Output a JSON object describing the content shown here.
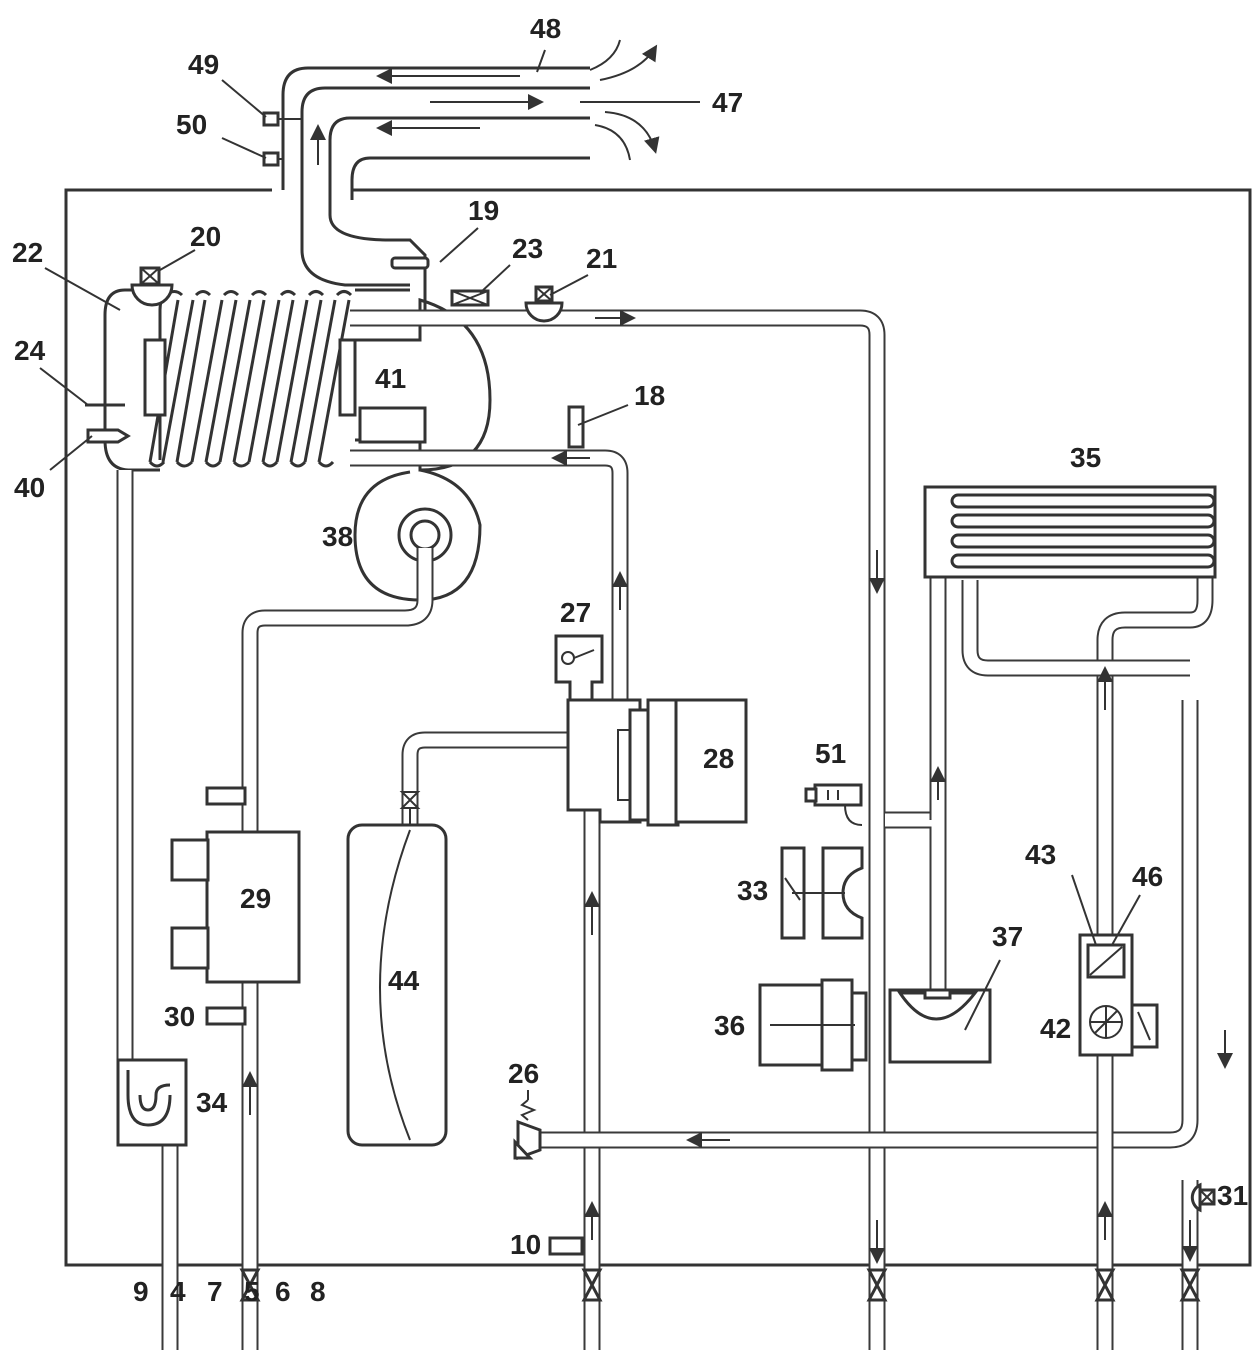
{
  "diagram": {
    "labels": {
      "l48": "48",
      "l49": "49",
      "l47": "47",
      "l50": "50",
      "l19": "19",
      "l20": "20",
      "l22": "22",
      "l23": "23",
      "l21": "21",
      "l24": "24",
      "l41": "41",
      "l18": "18",
      "l40": "40",
      "l35": "35",
      "l38": "38",
      "l27": "27",
      "l51": "51",
      "l28": "28",
      "l43": "43",
      "l46": "46",
      "l33": "33",
      "l29": "29",
      "l37": "37",
      "l44": "44",
      "l36": "36",
      "l42": "42",
      "l30": "30",
      "l26": "26",
      "l34": "34",
      "l31": "31",
      "l10": "10",
      "l9": "9",
      "l4": "4",
      "l7": "7",
      "l5": "5",
      "l6": "6",
      "l8": "8"
    }
  }
}
